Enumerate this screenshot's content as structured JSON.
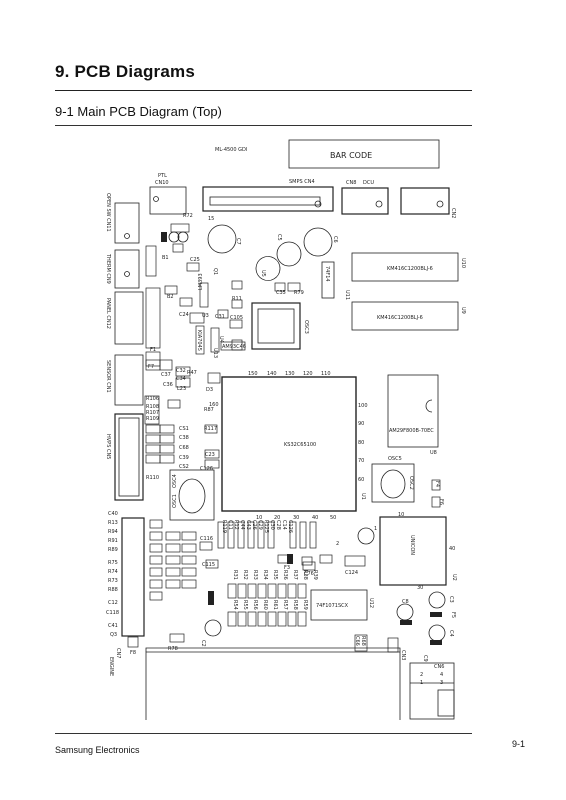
{
  "header": {
    "title": "9.  PCB Diagrams",
    "subtitle": "9-1  Main PCB Diagram (Top)"
  },
  "footer": {
    "left": "Samsung Electronics",
    "right": "9-1"
  },
  "board": {
    "model": "ML-4500   GDI",
    "bar_code": "BAR   CODE",
    "connectors": {
      "ptl": "PTL",
      "cn10": "CN10",
      "smps": "SMPS   CN4",
      "cn8": "CN8",
      "dcu": "DCU",
      "cn2": "CN2",
      "open_sw": "OPEN SW CN11",
      "therm": "THERM CN9",
      "panel": "PANEL CN12",
      "sensor": "SENSOR CN1",
      "hvps": "HVPS   CN5",
      "engine": "ENGINE",
      "cn7": "CN7",
      "cn3": "CN3",
      "cn6": "CN6",
      "cn6_pins": [
        "2",
        "4",
        "1",
        "3"
      ]
    },
    "chips": {
      "u10": "U10",
      "u10_part": "KM416C1200BLJ-6",
      "u9": "U9",
      "u9_part": "KM416C1200BLJ-6",
      "u1": "U1",
      "u1_part": "KS32C65100",
      "u8": "U8",
      "u8_part": "AM29F800B-70EC",
      "u2": "U2",
      "u2_part": "UNICON",
      "u12": "U12",
      "u12_part": "74F1071SCX",
      "u11": "U11",
      "u11_part": "74F14",
      "osc3": "OSC3",
      "osc5": "OSC5",
      "osc2": "OSC2",
      "osc4": "OSC4",
      "osc1": "OSC1",
      "u3": "U3",
      "u4": "U4",
      "u5": "U5",
      "u6": "U6",
      "u13": "U13",
      "q1": "Q1",
      "q3": "Q3",
      "am93c": "AM93C46",
      "lm": "LM393",
      "kia": "KIA7045",
      "hc": "HC04"
    },
    "pins": {
      "u1_top": [
        "150",
        "140",
        "130",
        "120",
        "110"
      ],
      "u1_right": [
        "100",
        "90",
        "80",
        "70",
        "60"
      ],
      "u1_bottom": [
        "10",
        "20",
        "30",
        "40",
        "50"
      ],
      "u1_left": [
        "160"
      ],
      "unicon": [
        "10",
        "40",
        "30"
      ]
    },
    "labels": {
      "c7": "C7",
      "c5": "C5",
      "c6": "C6",
      "c35": "C35",
      "r79": "R79",
      "c105": "C105",
      "c31": "C31",
      "r11": "R11",
      "r72": "R72",
      "r15": "15",
      "b1": "B1",
      "b2": "B2",
      "c25": "C25",
      "c24": "C24",
      "u3x": "U3",
      "r47": "R47",
      "d3": "D3",
      "c37": "C37",
      "c36": "C36",
      "c34": "C34",
      "l23": "L23",
      "c32": "C32",
      "r106": "R106",
      "r108": "R108",
      "r107": "R107",
      "r109": "R109",
      "r87": "R87",
      "r117": "R117",
      "cs1": "CS1",
      "c38": "C38",
      "c68": "C68",
      "c39": "C39",
      "cs2": "CS2",
      "c23": "C23",
      "c126": "C126",
      "r110": "R110",
      "f7": "F7",
      "f1": "F1",
      "f4": "F4",
      "f6": "F6",
      "f3": "F3",
      "f5": "F5",
      "f8": "F8",
      "c40": "C40",
      "r13": "R13",
      "r94": "R94",
      "r91": "R91",
      "r89": "R89",
      "r75": "R75",
      "r74": "R74",
      "r73": "R73",
      "r88": "R88",
      "c12": "C12",
      "c118": "C118",
      "c41": "C41",
      "r78": "R78",
      "c2": "C2",
      "c116": "C116",
      "c115": "C115",
      "c124": "C124",
      "c76": "C76",
      "c3": "C3",
      "c4": "C4",
      "c8": "C8",
      "c9": "C9",
      "r68": "R68",
      "c66": "C66",
      "pin2": "2",
      "pin1": "1"
    },
    "resistor_row": [
      "R31",
      "R32",
      "R33",
      "R34",
      "R35",
      "R36",
      "R37",
      "R38",
      "R39"
    ],
    "resistor_row2": [
      "R54",
      "R55",
      "R56",
      "R60",
      "R61",
      "R57",
      "R58",
      "R59"
    ],
    "cap_column": [
      "R119",
      "C11",
      "R12",
      "C44",
      "C43",
      "C26",
      "C29",
      "R125",
      "C30",
      "C28",
      "C14",
      "C126"
    ]
  }
}
